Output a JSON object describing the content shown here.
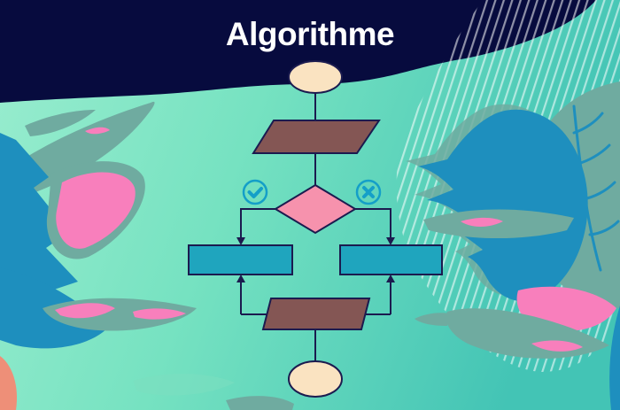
{
  "title": "Algorithme",
  "colors": {
    "navy": "#070B3E",
    "outline": "#1B1B4F",
    "bg_left": "#9AEDCF",
    "bg_mid": "#76E2C1",
    "bg_right": "#43C4B5",
    "stripe": "#FFFFFF",
    "cream": "#FAE3C1",
    "brown": "#845654",
    "pink": "#F692AD",
    "process_teal": "#1FA5BE",
    "icon_teal": "#149FC8",
    "leaf_gray": "#6FABA0",
    "leaf_blue": "#1E8FBE",
    "leaf_pink": "#F87FBC",
    "salmon": "#EE8F78",
    "mint_leaf": "#7CDFC0"
  },
  "flowchart": {
    "nodes": [
      {
        "id": "start",
        "shape": "oval",
        "label": ""
      },
      {
        "id": "input",
        "shape": "parallelogram",
        "label": ""
      },
      {
        "id": "decision",
        "shape": "diamond",
        "label": ""
      },
      {
        "id": "process-yes",
        "shape": "rectangle",
        "label": ""
      },
      {
        "id": "process-no",
        "shape": "rectangle",
        "label": ""
      },
      {
        "id": "output",
        "shape": "parallelogram",
        "label": ""
      },
      {
        "id": "end",
        "shape": "oval",
        "label": ""
      }
    ],
    "icons": [
      {
        "name": "check-circle",
        "side": "left"
      },
      {
        "name": "cross-circle",
        "side": "right"
      }
    ]
  }
}
